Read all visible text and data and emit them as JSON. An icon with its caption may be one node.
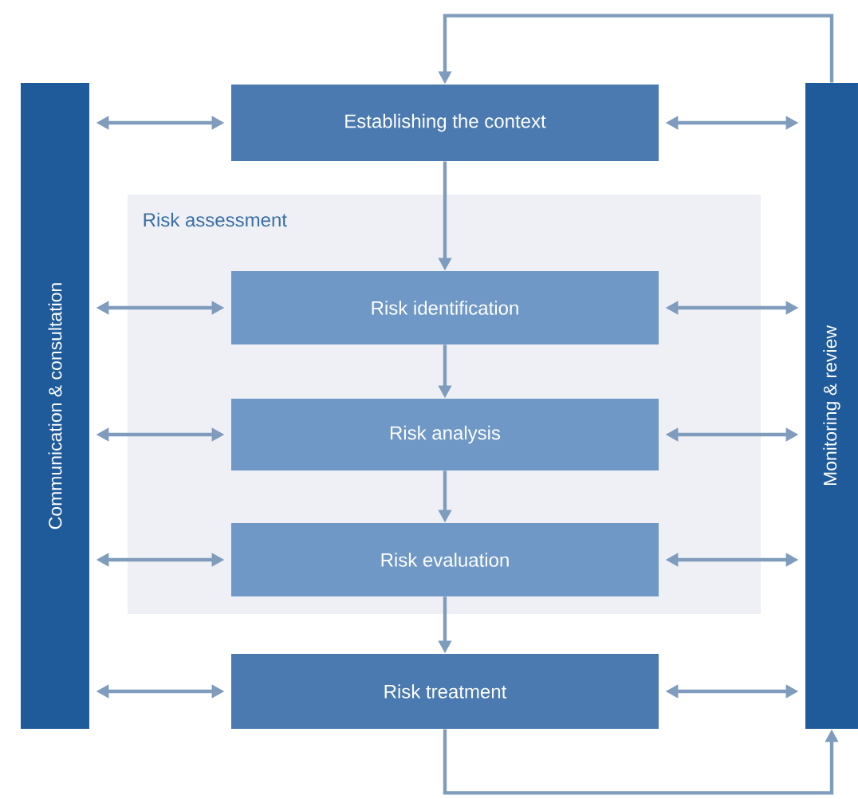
{
  "diagram": {
    "nodes": [
      {
        "text": [
          "Communication & consultation"
        ]
      },
      {
        "text": [
          "Establishing the context"
        ]
      },
      {
        "text": [
          "Risk assessment"
        ]
      },
      {
        "text": [
          "Risk identification"
        ],
        "in": 2
      },
      {
        "text": [
          "Risk analysis"
        ],
        "in": 2
      },
      {
        "text": [
          "Risk evaluation"
        ],
        "in": 2
      },
      {
        "text": [
          "Risk treatment"
        ]
      },
      {
        "text": [
          "Monitoring & review"
        ]
      }
    ],
    "edges": [
      {
        "from": 1,
        "to": 3,
        "arrow": "to"
      },
      {
        "from": 3,
        "to": 4,
        "arrow": "to"
      },
      {
        "from": 4,
        "to": 5,
        "arrow": "to"
      },
      {
        "from": 5,
        "to": 6,
        "arrow": "to"
      },
      {
        "from": 6,
        "to": 7,
        "arrow": "to"
      },
      {
        "from": 7,
        "to": 1,
        "arrow": "to"
      },
      {
        "from": 0,
        "to": 1,
        "arrow": "both"
      },
      {
        "from": 0,
        "to": 3,
        "arrow": "both"
      },
      {
        "from": 0,
        "to": 4,
        "arrow": "both"
      },
      {
        "from": 0,
        "to": 5,
        "arrow": "both"
      },
      {
        "from": 0,
        "to": 6,
        "arrow": "both"
      },
      {
        "from": 1,
        "to": 7,
        "arrow": "both"
      },
      {
        "from": 3,
        "to": 7,
        "arrow": "both"
      },
      {
        "from": 4,
        "to": 7,
        "arrow": "both"
      },
      {
        "from": 5,
        "to": 7,
        "arrow": "both"
      },
      {
        "from": 6,
        "to": 7,
        "arrow": "both"
      }
    ]
  }
}
